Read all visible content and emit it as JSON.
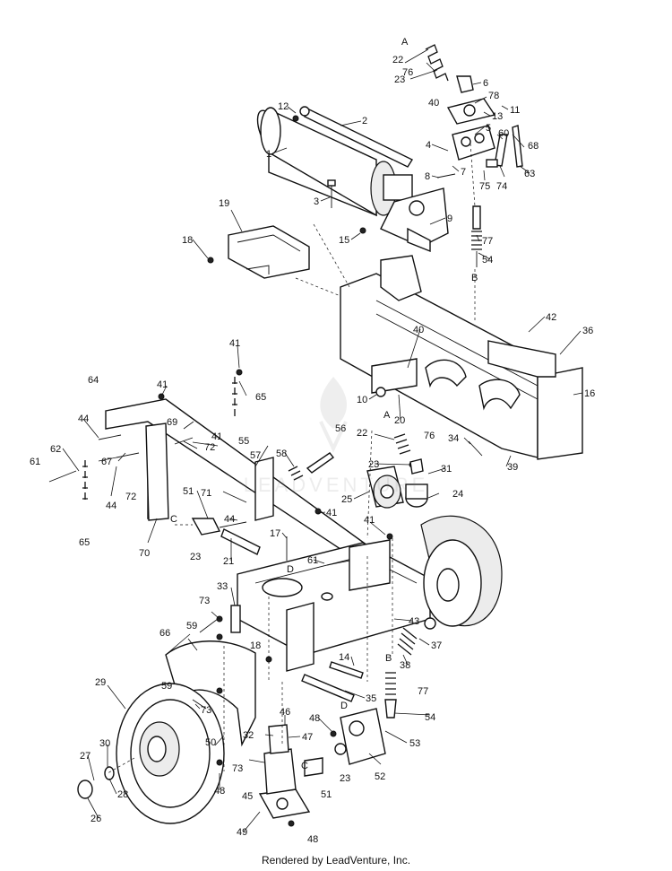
{
  "footer": {
    "credit": "Rendered by LeadVenture, Inc."
  },
  "watermark": {
    "text": "LEADVENTURE"
  },
  "callouts": {
    "n1": "1",
    "n2": "2",
    "n3": "3",
    "n4": "4",
    "n5": "5",
    "n6": "6",
    "n7": "7",
    "n8": "8",
    "n9": "9",
    "n10": "10",
    "n11": "11",
    "n12": "12",
    "n13": "13",
    "n14": "14",
    "n15": "15",
    "n16": "16",
    "n17": "17",
    "n18": "18",
    "n19": "19",
    "n20": "20",
    "n21": "21",
    "n22": "22",
    "n23": "23",
    "n24": "24",
    "n25": "25",
    "n26": "26",
    "n27": "27",
    "n28": "28",
    "n29": "29",
    "n30": "30",
    "n31": "31",
    "n32": "32",
    "n33": "33",
    "n34": "34",
    "n35": "35",
    "n36": "36",
    "n37": "37",
    "n38": "38",
    "n39": "39",
    "n40": "40",
    "n41": "41",
    "n42": "42",
    "n43": "43",
    "n44": "44",
    "n45": "45",
    "n46": "46",
    "n47": "47",
    "n48": "48",
    "n49": "49",
    "n50": "50",
    "n51": "51",
    "n52": "52",
    "n53": "53",
    "n54": "54",
    "n55": "55",
    "n56": "56",
    "n57": "57",
    "n58": "58",
    "n59": "59",
    "n60": "60",
    "n61": "61",
    "n62": "62",
    "n63": "63",
    "n64": "64",
    "n65": "65",
    "n66": "66",
    "n67": "67",
    "n68": "68",
    "n69": "69",
    "n70": "70",
    "n71": "71",
    "n72": "72",
    "n73": "73",
    "n74": "74",
    "n75": "75",
    "n76": "76",
    "n77": "77",
    "n78": "78",
    "A": "A",
    "B": "B",
    "C": "C",
    "D": "D"
  }
}
